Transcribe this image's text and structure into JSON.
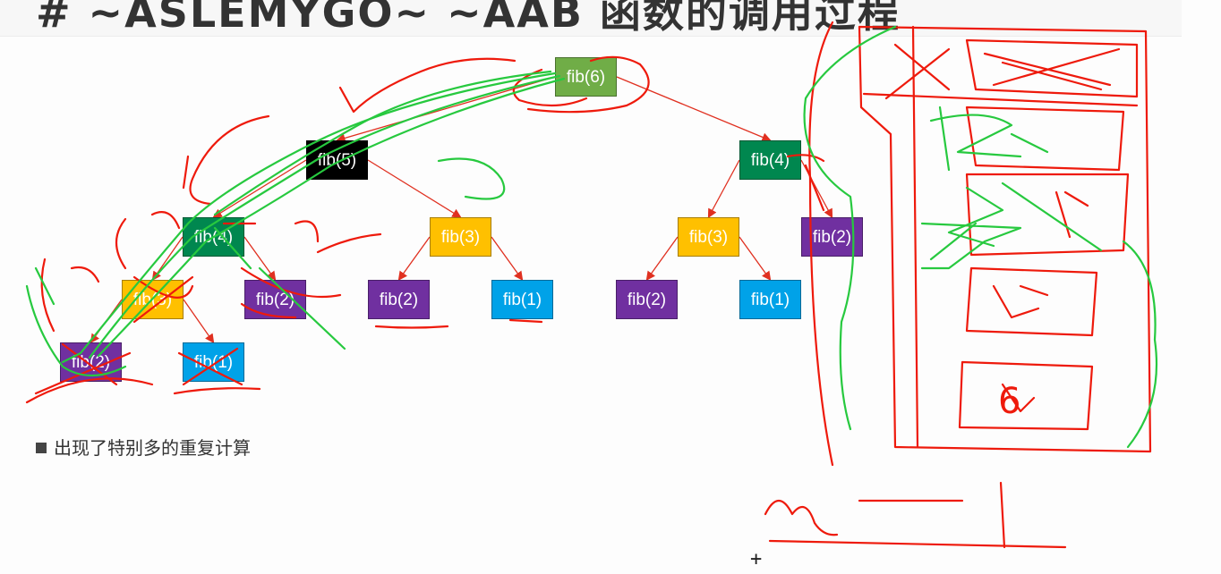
{
  "header": {
    "title": "# ~ASLEMYGO~ ~AAB 函数的调用过程"
  },
  "colors": {
    "green": "#70ad47",
    "black": "#000000",
    "dark_green": "#00874f",
    "gold": "#ffc000",
    "purple": "#7030a0",
    "blue": "#00a2e8",
    "edge": "#e03020",
    "ink_red": "#ee1a0c",
    "ink_green": "#27c93f"
  },
  "tree": {
    "nodes": [
      {
        "id": "n6",
        "label": "fib(6)",
        "color": "green"
      },
      {
        "id": "n5",
        "label": "fib(5)",
        "color": "black"
      },
      {
        "id": "n4r",
        "label": "fib(4)",
        "color": "dark_green"
      },
      {
        "id": "n4l",
        "label": "fib(4)",
        "color": "dark_green"
      },
      {
        "id": "n3a",
        "label": "fib(3)",
        "color": "gold"
      },
      {
        "id": "n3b",
        "label": "fib(3)",
        "color": "gold"
      },
      {
        "id": "n2r",
        "label": "fib(2)",
        "color": "purple"
      },
      {
        "id": "n3c",
        "label": "fib(3)",
        "color": "gold"
      },
      {
        "id": "n2a",
        "label": "fib(2)",
        "color": "purple"
      },
      {
        "id": "n2b",
        "label": "fib(2)",
        "color": "purple"
      },
      {
        "id": "n1a",
        "label": "fib(1)",
        "color": "blue"
      },
      {
        "id": "n2c",
        "label": "fib(2)",
        "color": "purple"
      },
      {
        "id": "n1b",
        "label": "fib(1)",
        "color": "blue"
      },
      {
        "id": "n2d",
        "label": "fib(2)",
        "color": "purple"
      },
      {
        "id": "n1c",
        "label": "fib(1)",
        "color": "blue"
      }
    ],
    "edges": [
      [
        "n6",
        "n5"
      ],
      [
        "n6",
        "n4r"
      ],
      [
        "n5",
        "n4l"
      ],
      [
        "n5",
        "n3a"
      ],
      [
        "n4r",
        "n3b"
      ],
      [
        "n4r",
        "n2r"
      ],
      [
        "n4l",
        "n3c"
      ],
      [
        "n4l",
        "n2a"
      ],
      [
        "n3a",
        "n2b"
      ],
      [
        "n3a",
        "n1a"
      ],
      [
        "n3b",
        "n2c"
      ],
      [
        "n3b",
        "n1b"
      ],
      [
        "n3c",
        "n2d"
      ],
      [
        "n3c",
        "n1c"
      ]
    ]
  },
  "bullet": {
    "text": "出现了特别多的重复计算"
  },
  "annotations": {
    "stack_number": "6",
    "handwritten_n": "n",
    "handwritten_minus": "— 1"
  }
}
